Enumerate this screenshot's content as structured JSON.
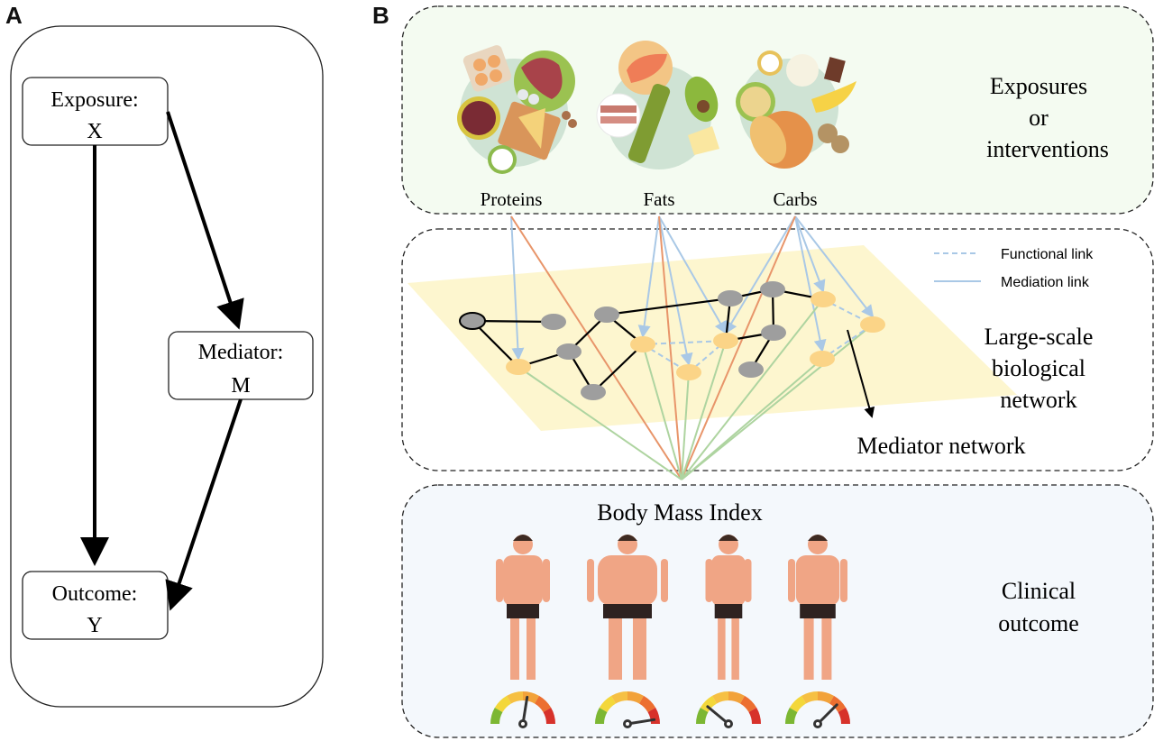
{
  "panel_a": {
    "letter": "A",
    "nodes": {
      "exposure": {
        "line1": "Exposure:",
        "line2": "X"
      },
      "mediator": {
        "line1": "Mediator:",
        "line2": "M"
      },
      "outcome": {
        "line1": "Outcome:",
        "line2": "Y"
      }
    },
    "edges": [
      {
        "from": "exposure",
        "to": "mediator"
      },
      {
        "from": "exposure",
        "to": "outcome"
      },
      {
        "from": "mediator",
        "to": "outcome"
      }
    ]
  },
  "panel_b": {
    "letter": "B",
    "exposures": {
      "title_line1": "Exposures",
      "title_line2": "or",
      "title_line3": "interventions",
      "groups": [
        {
          "label": "Proteins",
          "icon": "protein-foods-icon"
        },
        {
          "label": "Fats",
          "icon": "fat-foods-icon"
        },
        {
          "label": "Carbs",
          "icon": "carb-foods-icon"
        }
      ]
    },
    "network": {
      "title_line1": "Large-scale",
      "title_line2": "biological",
      "title_line3": "network",
      "mediator_label": "Mediator network",
      "legend": [
        {
          "label": "Functional link",
          "style": "dashed"
        },
        {
          "label": "Mediation link",
          "style": "solid"
        }
      ]
    },
    "outcome": {
      "bmi_label": "Body Mass Index",
      "title_line1": "Clinical",
      "title_line2": "outcome",
      "figures": [
        {
          "name": "muscular-man",
          "gauge_level": 0.55
        },
        {
          "name": "obese-man",
          "gauge_level": 0.95
        },
        {
          "name": "slim-man",
          "gauge_level": 0.22
        },
        {
          "name": "average-man",
          "gauge_level": 0.75
        }
      ]
    }
  },
  "colors": {
    "mediation_link": "#a9c8e6",
    "protein_fat_carb_to_outcome": "#e8956a",
    "mediator_to_outcome": "#aed4a0",
    "gray_node": "#9e9e9e",
    "mediator_node": "#fbd487",
    "plane": "#fdf6cf",
    "exposure_bg": "#f4fbf1",
    "outcome_bg": "#f4f8fc"
  }
}
